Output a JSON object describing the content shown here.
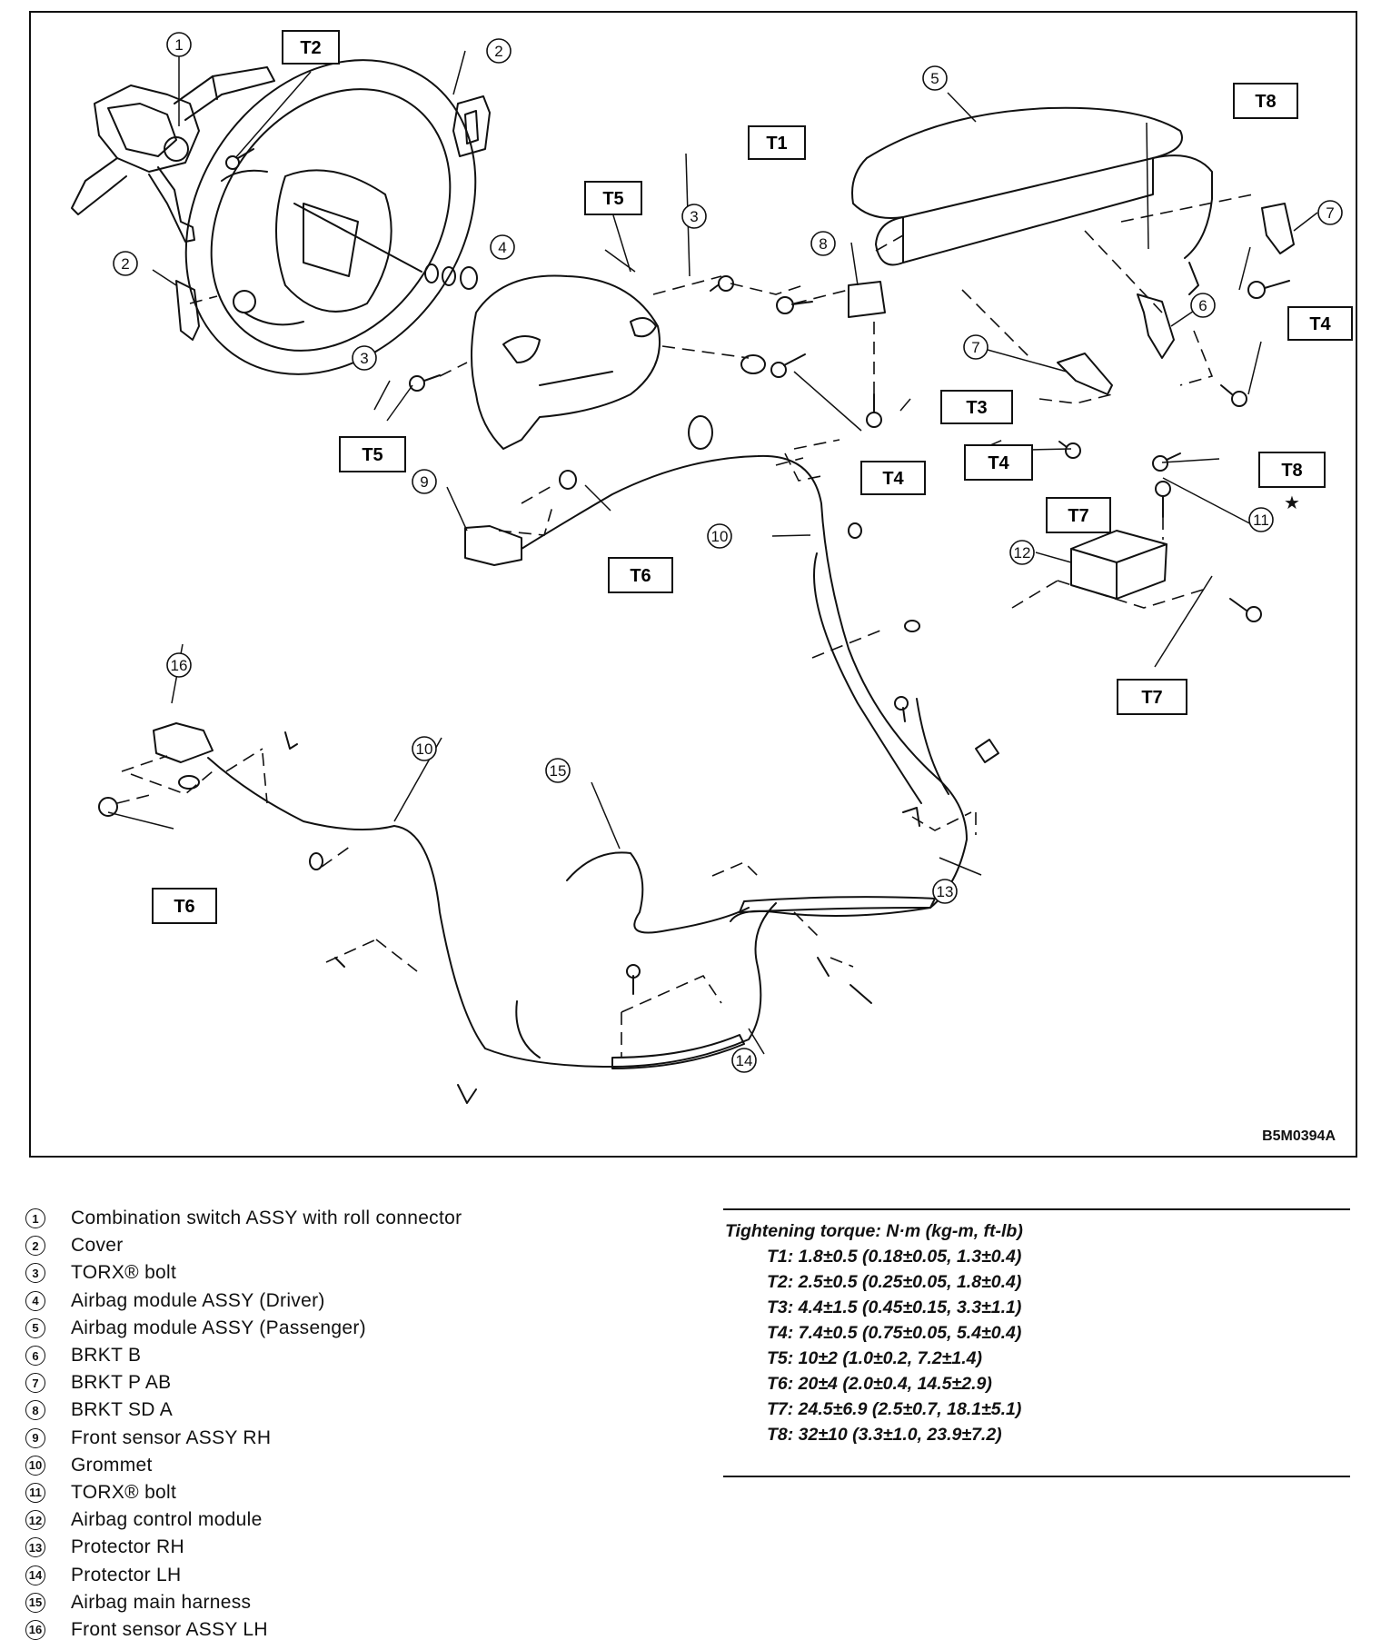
{
  "figure_id": "B5M0394A",
  "tags": {
    "T1": "T1",
    "T2": "T2",
    "T3": "T3",
    "T4": "T4",
    "T5": "T5",
    "T6": "T6",
    "T7": "T7",
    "T8": "T8"
  },
  "part_numbers": [
    "1",
    "2",
    "3",
    "4",
    "5",
    "6",
    "7",
    "8",
    "9",
    "10",
    "11",
    "12",
    "13",
    "14",
    "15",
    "16"
  ],
  "star_mark": "★",
  "legend": [
    {
      "num": "1",
      "text": "Combination switch ASSY with roll connector"
    },
    {
      "num": "2",
      "text": "Cover"
    },
    {
      "num": "3",
      "text": "TORX® bolt"
    },
    {
      "num": "4",
      "text": "Airbag module ASSY (Driver)"
    },
    {
      "num": "5",
      "text": "Airbag module ASSY (Passenger)"
    },
    {
      "num": "6",
      "text": "BRKT B"
    },
    {
      "num": "7",
      "text": "BRKT P AB"
    },
    {
      "num": "8",
      "text": "BRKT SD A"
    },
    {
      "num": "9",
      "text": "Front sensor ASSY RH"
    },
    {
      "num": "10",
      "text": "Grommet"
    },
    {
      "num": "11",
      "text": "TORX® bolt"
    },
    {
      "num": "12",
      "text": "Airbag control module"
    },
    {
      "num": "13",
      "text": "Protector RH"
    },
    {
      "num": "14",
      "text": "Protector LH"
    },
    {
      "num": "15",
      "text": "Airbag main harness"
    },
    {
      "num": "16",
      "text": "Front sensor ASSY LH"
    }
  ],
  "torque": {
    "title": "Tightening torque: N·m (kg-m, ft-lb)",
    "rows": [
      "T1: 1.8±0.5 (0.18±0.05, 1.3±0.4)",
      "T2: 2.5±0.5 (0.25±0.05, 1.8±0.4)",
      "T3: 4.4±1.5 (0.45±0.15, 3.3±1.1)",
      "T4: 7.4±0.5 (0.75±0.05, 5.4±0.4)",
      "T5: 10±2 (1.0±0.2, 7.2±1.4)",
      "T6: 20±4 (2.0±0.4, 14.5±2.9)",
      "T7: 24.5±6.9 (2.5±0.7, 18.1±5.1)",
      "T8: 32±10 (3.3±1.0, 23.9±7.2)"
    ]
  }
}
